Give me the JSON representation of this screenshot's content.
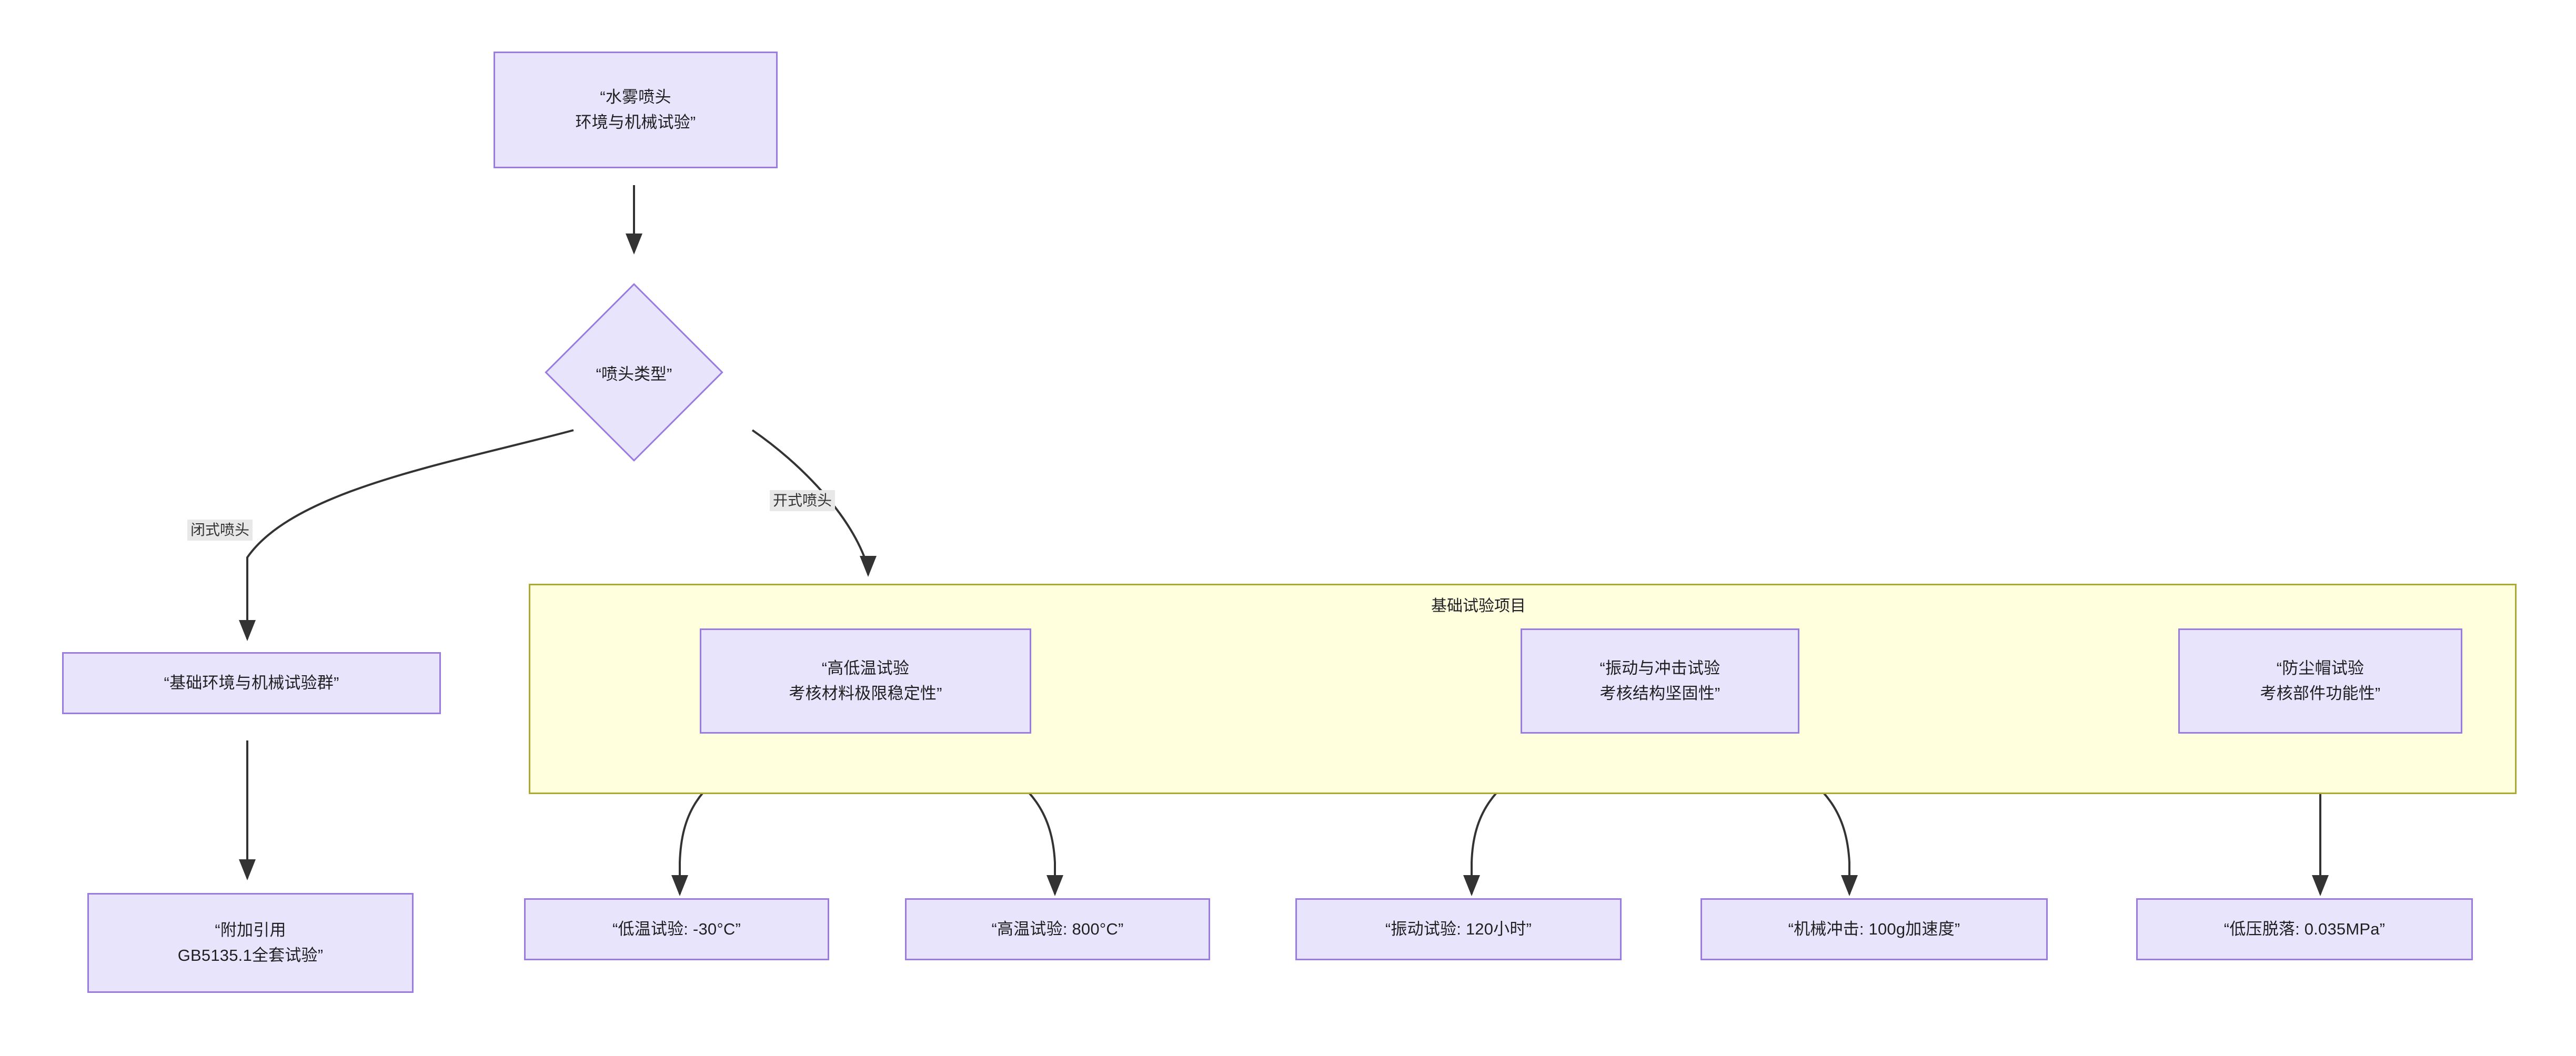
{
  "diagram": {
    "type": "flowchart",
    "direction": "top-down",
    "title_node": "“水雾喷头\n环境与机械试验”",
    "colors": {
      "node_fill": "#e8e4fb",
      "node_stroke": "#9a7be0",
      "cluster_fill": "#ffffde",
      "cluster_stroke": "#aaaa33",
      "edge_stroke": "#333333",
      "edge_label_bg": "#e8e8e8",
      "text": "#1f1f22",
      "background": "#ffffff"
    }
  },
  "cluster": {
    "id": "basic-test-items",
    "title": "基础试验项目"
  },
  "nodes": {
    "root": {
      "id": "root",
      "label": "“水雾喷头\n环境与机械试验”"
    },
    "decision": {
      "id": "nozzle-type",
      "label": "“喷头类型”"
    },
    "closed_group": {
      "id": "closed-group",
      "label": "“基础环境与机械试验群”"
    },
    "closed_ref": {
      "id": "closed-ref",
      "label": "“附加引用\nGB5135.1全套试验”"
    },
    "temp_test": {
      "id": "temp-test",
      "label": "“高低温试验\n考核材料极限稳定性”"
    },
    "vibration_test": {
      "id": "vibration-shock-test",
      "label": "“振动与冲击试验\n考核结构坚固性”"
    },
    "dustcap_test": {
      "id": "dustcap-test",
      "label": "“防尘帽试验\n考核部件功能性”"
    },
    "low_temp": {
      "id": "low-temp-result",
      "label": "“低温试验: -30°C”"
    },
    "high_temp": {
      "id": "high-temp-result",
      "label": "“高温试验: 800°C”"
    },
    "vibration_hours": {
      "id": "vibration-result",
      "label": "“振动试验: 120小时”"
    },
    "mech_shock": {
      "id": "mechanical-shock-result",
      "label": "“机械冲击: 100g加速度”"
    },
    "low_pressure": {
      "id": "low-pressure-result",
      "label": "“低压脱落: 0.035MPa”"
    }
  },
  "edge_labels": {
    "closed": "闭式喷头",
    "open": "开式喷头"
  },
  "edges": [
    {
      "from": "root",
      "to": "decision",
      "label": ""
    },
    {
      "from": "decision",
      "to": "closed_group",
      "label": "闭式喷头"
    },
    {
      "from": "decision",
      "to": "temp_test",
      "label": "开式喷头"
    },
    {
      "from": "closed_group",
      "to": "closed_ref",
      "label": ""
    },
    {
      "from": "temp_test",
      "to": "low_temp",
      "label": ""
    },
    {
      "from": "temp_test",
      "to": "high_temp",
      "label": ""
    },
    {
      "from": "vibration_test",
      "to": "vibration_hours",
      "label": ""
    },
    {
      "from": "vibration_test",
      "to": "mech_shock",
      "label": ""
    },
    {
      "from": "dustcap_test",
      "to": "low_pressure",
      "label": ""
    }
  ]
}
